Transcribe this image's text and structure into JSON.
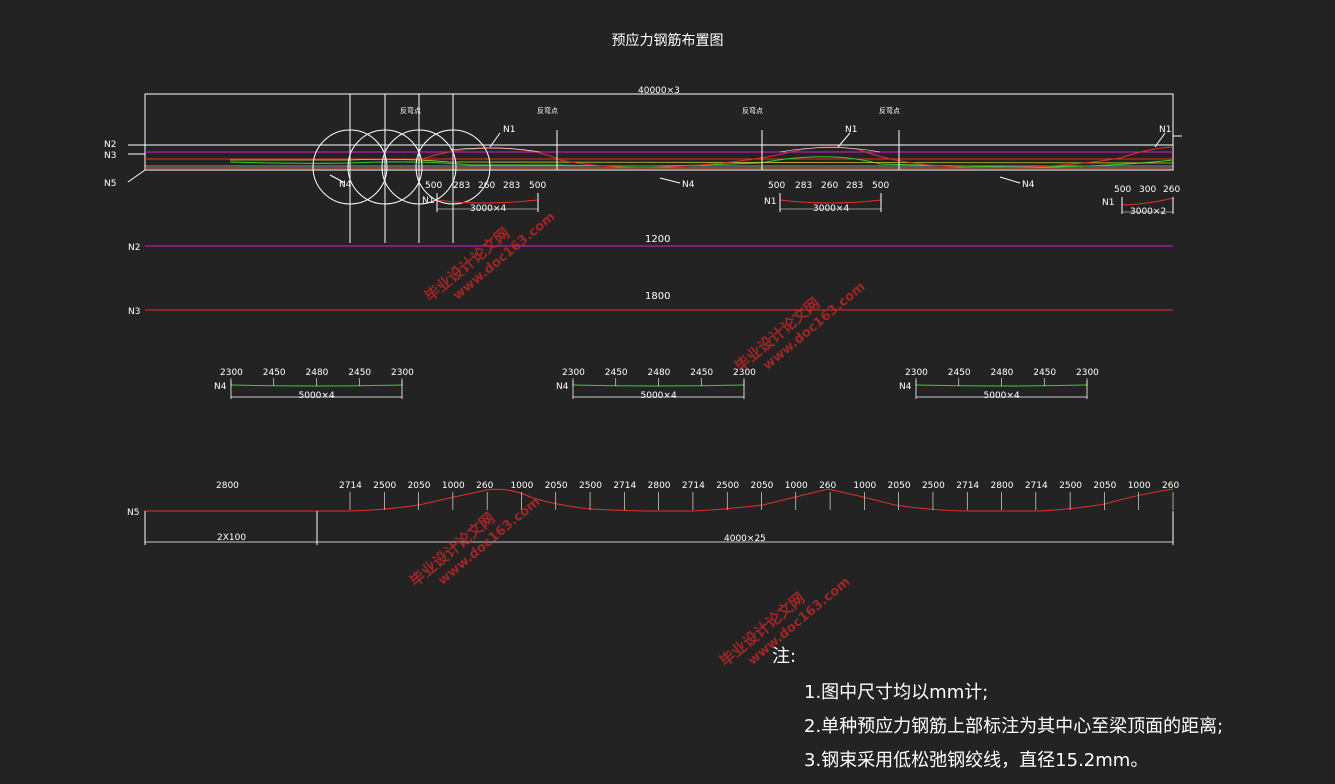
{
  "title": "预应力钢筋布置图",
  "colors": {
    "red": "#e0302a",
    "magenta": "#d020d0",
    "green": "#30d030",
    "yellow": "#c8c830",
    "white": "#ffffff",
    "orange": "#e07030"
  },
  "top_view": {
    "span_label": "40000×3",
    "bend_labels": [
      "反弯点",
      "反弯点",
      "反弯点",
      "反弯点"
    ],
    "side_labels": [
      "N2",
      "N3",
      "N5"
    ],
    "n1_labels": [
      "N1",
      "N1",
      "N1"
    ],
    "n4_labels": [
      "N4",
      "N4",
      "N4",
      "N4"
    ],
    "dims_left": [
      "500",
      "283",
      "260",
      "283",
      "500"
    ],
    "dims_mid": [
      "500",
      "283",
      "260",
      "283",
      "500"
    ],
    "dims_right": [
      "500",
      "300",
      "260"
    ],
    "n1_tag": "N1",
    "bar_left": "3000×4",
    "bar_mid": "3000×4",
    "bar_right": "3000×2"
  },
  "n2": {
    "label": "N2",
    "value": "1200"
  },
  "n3": {
    "label": "N3",
    "value": "1800"
  },
  "n4_groups": [
    {
      "label": "N4",
      "dims": [
        "2300",
        "2450",
        "2480",
        "2450",
        "2300"
      ],
      "bar": "5000×4"
    },
    {
      "label": "N4",
      "dims": [
        "2300",
        "2450",
        "2480",
        "2450",
        "2300"
      ],
      "bar": "5000×4"
    },
    {
      "label": "N4",
      "dims": [
        "2300",
        "2450",
        "2480",
        "2450",
        "2300"
      ],
      "bar": "5000×4"
    }
  ],
  "n5": {
    "label": "N5",
    "start": "2800",
    "dims": [
      "2714",
      "2500",
      "2050",
      "1000",
      "260",
      "1000",
      "2050",
      "2500",
      "2714",
      "2800",
      "2714",
      "2500",
      "2050",
      "1000",
      "260",
      "1000",
      "2050",
      "2500",
      "2714",
      "2800",
      "2714",
      "2500",
      "2050",
      "1000",
      "260"
    ],
    "bar_left": "2X100",
    "bar_right": "4000×25"
  },
  "notes": {
    "head": "注:",
    "items": [
      "1.图中尺寸均以mm计;",
      "2.单种预应力钢筋上部标注为其中心至梁顶面的距离;",
      "3.钢束采用低松弛钢绞线，直径15.2mm。"
    ]
  },
  "watermark": {
    "cn": "毕业设计论文网",
    "url": "www.doc163.com"
  }
}
